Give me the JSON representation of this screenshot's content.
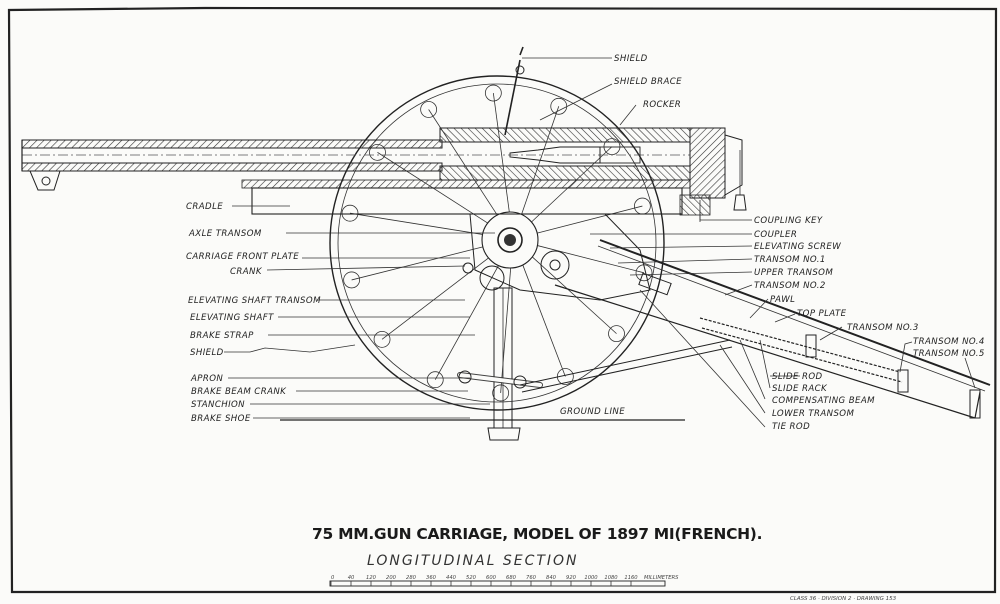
{
  "drawing": {
    "title": "75 MM.GUN CARRIAGE, MODEL OF 1897 MI(FRENCH).",
    "subtitle": "LONGITUDINAL SECTION",
    "footer": "CLASS 36 · DIVISION 2 · DRAWING 153",
    "scale": {
      "ticks": [
        "0",
        "40",
        "120",
        "200",
        "280",
        "360",
        "440",
        "520",
        "600",
        "680",
        "760",
        "840",
        "920",
        "1000",
        "1080",
        "1160"
      ],
      "unit": "MILLIMETERS"
    }
  },
  "labels": {
    "top": [
      {
        "id": "shield-top",
        "text": "SHIELD"
      },
      {
        "id": "shield-brace",
        "text": "SHIELD BRACE"
      },
      {
        "id": "rocker",
        "text": "ROCKER"
      }
    ],
    "left": [
      {
        "id": "cradle",
        "text": "CRADLE"
      },
      {
        "id": "axle-transom",
        "text": "AXLE TRANSOM"
      },
      {
        "id": "carriage-front-plate",
        "text": "CARRIAGE FRONT PLATE"
      },
      {
        "id": "crank",
        "text": "CRANK"
      },
      {
        "id": "elevating-shaft-transom",
        "text": "ELEVATING SHAFT TRANSOM"
      },
      {
        "id": "elevating-shaft",
        "text": "ELEVATING SHAFT"
      },
      {
        "id": "brake-strap",
        "text": "BRAKE STRAP"
      },
      {
        "id": "shield-left",
        "text": "SHIELD"
      },
      {
        "id": "apron",
        "text": "APRON"
      },
      {
        "id": "brake-beam-crank",
        "text": "BRAKE BEAM CRANK"
      },
      {
        "id": "stanchion",
        "text": "STANCHION"
      },
      {
        "id": "brake-shoe",
        "text": "BRAKE SHOE"
      }
    ],
    "right": [
      {
        "id": "coupling-key",
        "text": "COUPLING KEY"
      },
      {
        "id": "coupler",
        "text": "COUPLER"
      },
      {
        "id": "elevating-screw",
        "text": "ELEVATING SCREW"
      },
      {
        "id": "transom-no1",
        "text": "TRANSOM NO.1"
      },
      {
        "id": "upper-transom",
        "text": "UPPER TRANSOM"
      },
      {
        "id": "transom-no2",
        "text": "TRANSOM NO.2"
      },
      {
        "id": "pawl",
        "text": "PAWL"
      },
      {
        "id": "top-plate",
        "text": "TOP PLATE"
      },
      {
        "id": "transom-no3",
        "text": "TRANSOM NO.3"
      },
      {
        "id": "transom-no4",
        "text": "TRANSOM NO.4"
      },
      {
        "id": "transom-no5",
        "text": "TRANSOM NO.5"
      },
      {
        "id": "slide-rod",
        "text": "SLIDE ROD"
      },
      {
        "id": "slide-rack",
        "text": "SLIDE RACK"
      },
      {
        "id": "compensating-beam",
        "text": "COMPENSATING BEAM"
      },
      {
        "id": "lower-transom",
        "text": "LOWER TRANSOM"
      },
      {
        "id": "tie-rod",
        "text": "TIE ROD"
      }
    ],
    "ground": {
      "id": "ground-line",
      "text": "GROUND LINE"
    }
  }
}
